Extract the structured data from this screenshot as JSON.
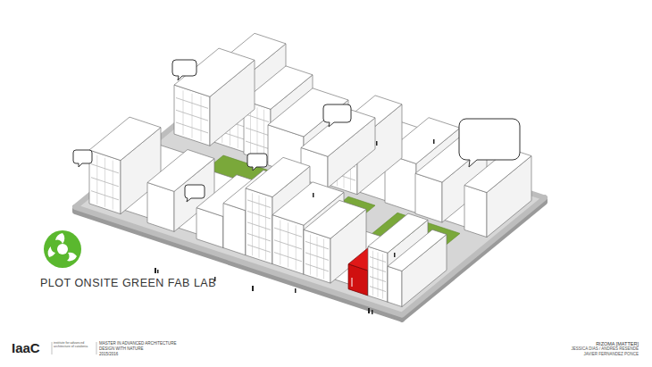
{
  "diagram": {
    "title": "PLOT ONSITE GREEN FAB LAB",
    "labels": [
      "IaaC",
      "institute for advanced architecture of catalonia",
      "MASTER IN ADVANCED ARCHITECTURE",
      "DESIGN WITH NATURE",
      "2015/2016",
      "RIZOMA [MATTER]",
      "JESSICA DIAS / ANDRES RESENDE",
      "JAVIER FERNANDEZ PONCE"
    ]
  }
}
